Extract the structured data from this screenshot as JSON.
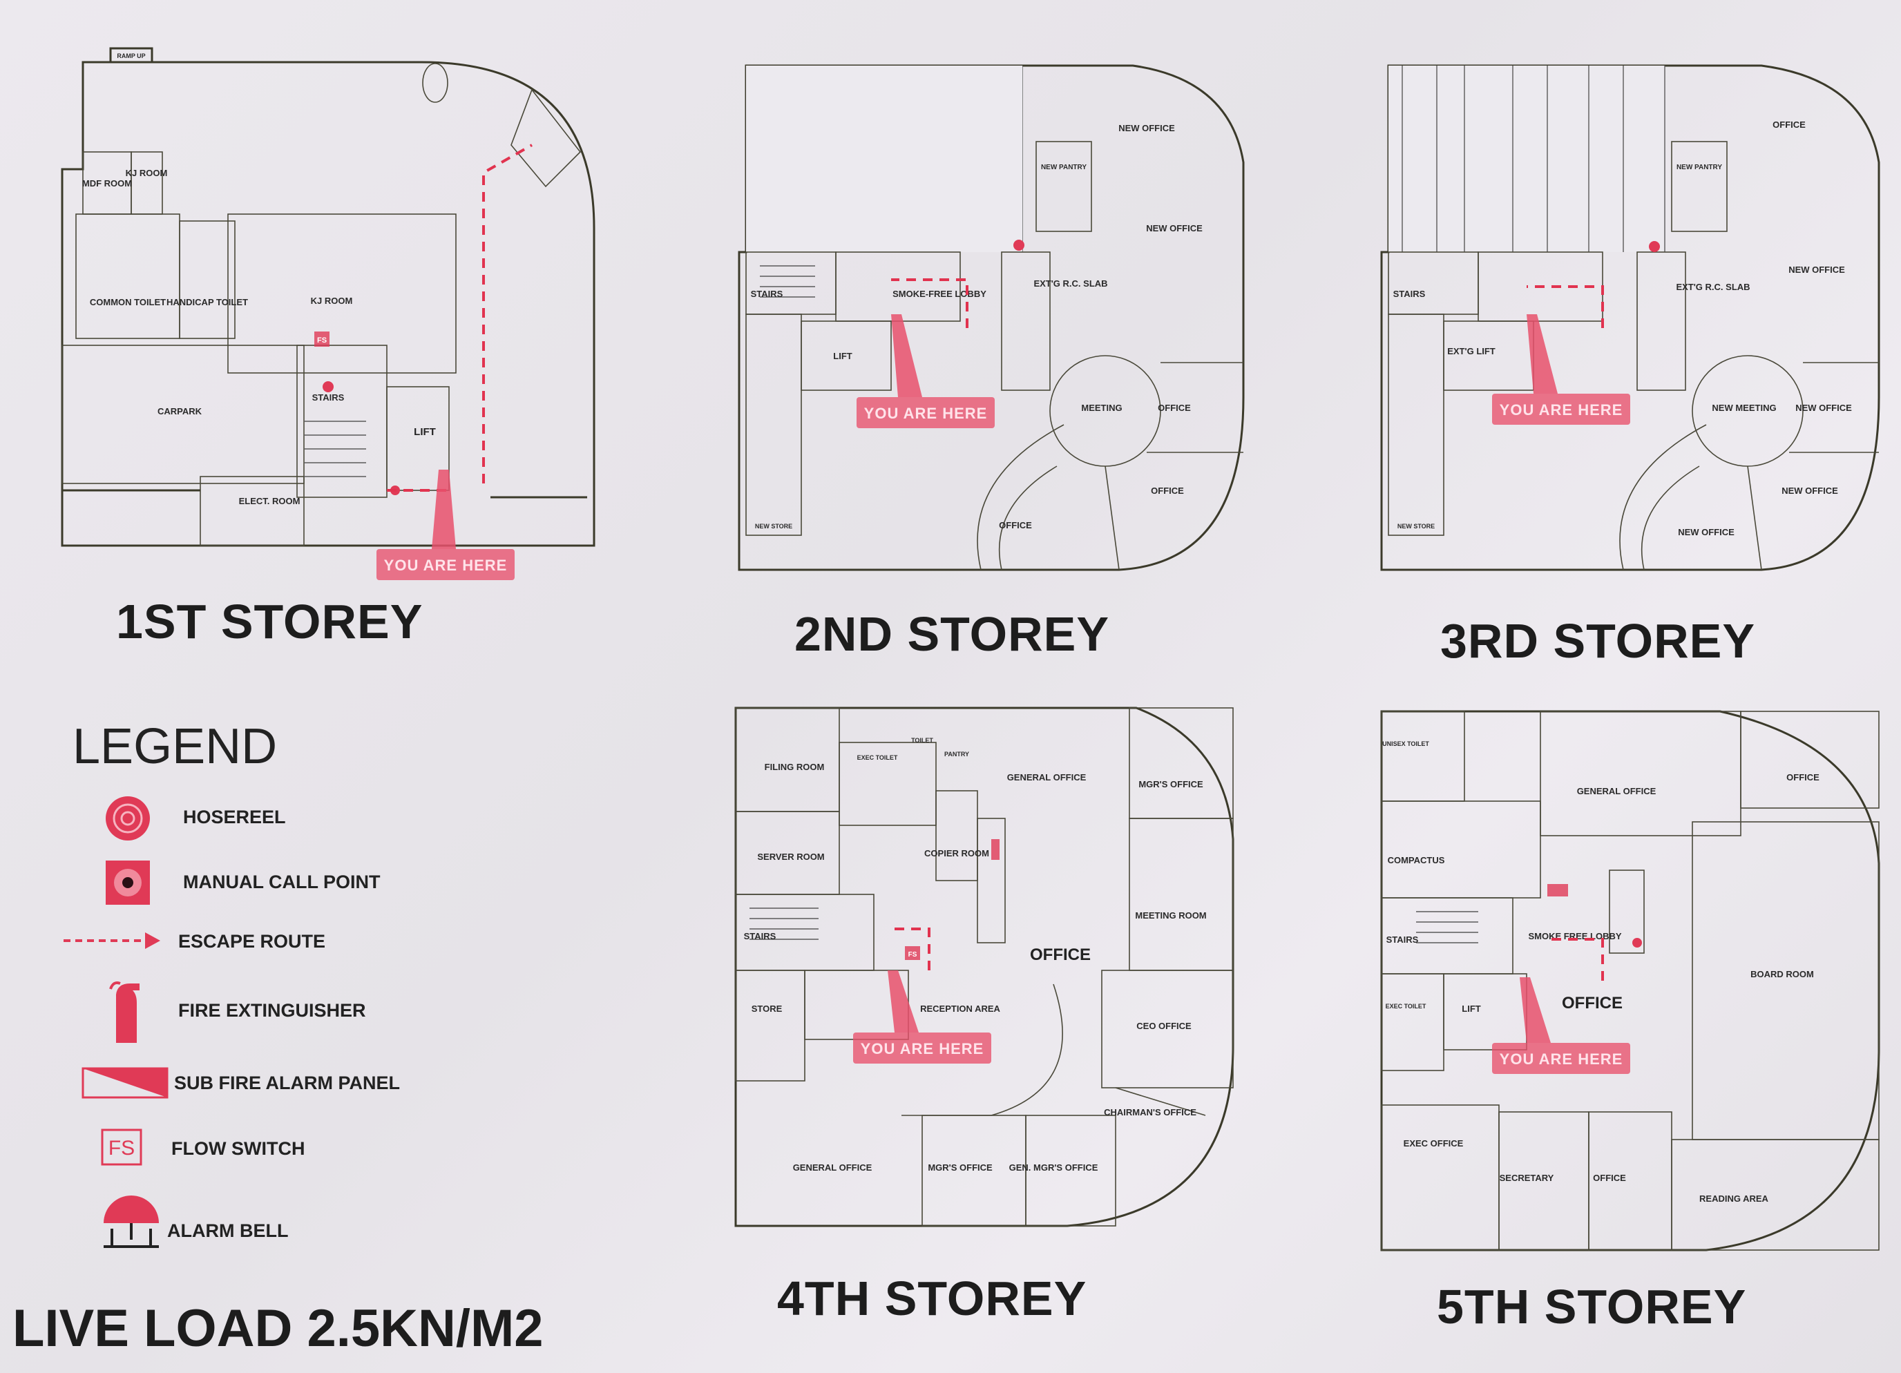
{
  "storeys": [
    {
      "label": "1ST STOREY"
    },
    {
      "label": "2ND STOREY"
    },
    {
      "label": "3RD STOREY"
    },
    {
      "label": "4TH STOREY"
    },
    {
      "label": "5TH STOREY"
    }
  ],
  "you_are_here": "YOU ARE HERE",
  "floor1": {
    "rooms": [
      "MDF ROOM",
      "KJ ROOM",
      "COMMON TOILET",
      "HANDICAP TOILET",
      "KJ ROOM",
      "CARPARK",
      "STAIRS",
      "LIFT",
      "ELECT. ROOM",
      "RAMP UP"
    ],
    "flow_switch": "FS"
  },
  "floor2": {
    "rooms": [
      "NEW OFFICE",
      "NEW PANTRY",
      "NEW OFFICE",
      "EXT'G R.C. SLAB",
      "STAIRS",
      "SMOKE-FREE LOBBY",
      "LIFT",
      "MEETING",
      "OFFICE",
      "OFFICE",
      "OFFICE",
      "NEW STORE"
    ]
  },
  "floor3": {
    "rooms": [
      "OFFICE",
      "NEW PANTRY",
      "NEW OFFICE",
      "EXT'G R.C. SLAB",
      "STAIRS",
      "EXT'G LIFT",
      "NEW MEETING",
      "NEW OFFICE",
      "NEW OFFICE",
      "NEW OFFICE",
      "NEW STORE"
    ]
  },
  "floor4": {
    "rooms": [
      "FILING ROOM",
      "EXEC TOILET",
      "TOILET",
      "PANTRY",
      "GENERAL OFFICE",
      "MGR'S OFFICE",
      "SERVER ROOM",
      "COPIER ROOM",
      "MEETING ROOM",
      "STAIRS",
      "OFFICE",
      "STORE",
      "RECEPTION AREA",
      "CEO OFFICE",
      "CHAIRMAN'S OFFICE",
      "GENERAL OFFICE",
      "MGR'S OFFICE",
      "GEN. MGR'S OFFICE"
    ],
    "flow_switch": "FS"
  },
  "floor5": {
    "rooms": [
      "UNISEX TOILET",
      "GENERAL OFFICE",
      "OFFICE",
      "COMPACTUS",
      "STAIRS",
      "SMOKE FREE LOBBY",
      "EXEC TOILET",
      "LIFT",
      "OFFICE",
      "BOARD ROOM",
      "EXEC OFFICE",
      "SECRETARY",
      "OFFICE",
      "READING AREA"
    ]
  },
  "legend": {
    "title": "LEGEND",
    "items": [
      {
        "label": "HOSEREEL",
        "icon": "hosereel-icon"
      },
      {
        "label": "MANUAL CALL POINT",
        "icon": "manual-call-point-icon"
      },
      {
        "label": "ESCAPE ROUTE",
        "icon": "escape-route-arrow-icon"
      },
      {
        "label": "FIRE EXTINGUISHER",
        "icon": "fire-extinguisher-icon"
      },
      {
        "label": "SUB FIRE ALARM PANEL",
        "icon": "sub-fire-alarm-panel-icon"
      },
      {
        "label": "FLOW SWITCH",
        "icon": "flow-switch-icon",
        "symbol": "FS"
      },
      {
        "label": "ALARM BELL",
        "icon": "alarm-bell-icon"
      }
    ]
  },
  "live_load": "LIVE LOAD 2.5KN/M2",
  "colors": {
    "plan_fill": "#f0eeb0",
    "marker": "#e03a56",
    "background": "#e9e6ea"
  }
}
